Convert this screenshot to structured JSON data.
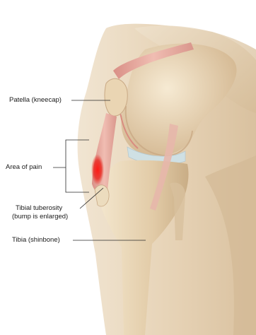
{
  "labels": {
    "patella": "Patella (kneecap)",
    "area_of_pain": "Area of pain",
    "tibial_tuberosity_line1": "Tibial tuberosity",
    "tibial_tuberosity_line2": "(bump is enlarged)",
    "tibia": "Tibia (shinbone)"
  },
  "colors": {
    "skin": "#e9d8bd",
    "skin_shadow": "#c9b08f",
    "bone": "#efe0c4",
    "bone_shadow": "#cdb48f",
    "cartilage": "#cfe0e4",
    "tendon": "#e3a79d",
    "pain_red": "#e0201c",
    "leader_line": "#2a2a2a"
  }
}
